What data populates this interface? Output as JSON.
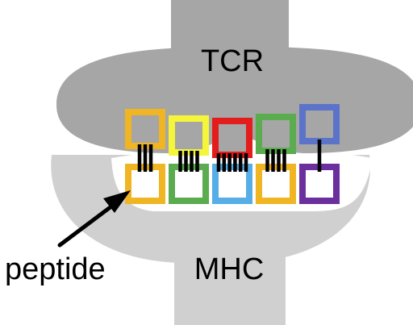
{
  "labels": {
    "tcr": "TCR",
    "mhc": "MHC",
    "peptide": "peptide"
  },
  "colors": {
    "tcr_fill": "#a6a6a6",
    "mhc_fill": "#d0d0d0",
    "box_fill_top": "#a6a6a6",
    "box_fill_bottom": "#ffffff",
    "arrow": "#000000",
    "contact_line": "#000000"
  },
  "residue_pairs": [
    {
      "tcr_color": "#f0b523",
      "peptide_color": "#f0b523",
      "contacts": 3
    },
    {
      "tcr_color": "#f5f53a",
      "peptide_color": "#5aac4e",
      "contacts": 4
    },
    {
      "tcr_color": "#e31c1c",
      "peptide_color": "#57aee7",
      "contacts": 6
    },
    {
      "tcr_color": "#5aac4e",
      "peptide_color": "#f0b523",
      "contacts": 4
    },
    {
      "tcr_color": "#5b73c8",
      "peptide_color": "#6b2f9e",
      "contacts": 1
    }
  ]
}
